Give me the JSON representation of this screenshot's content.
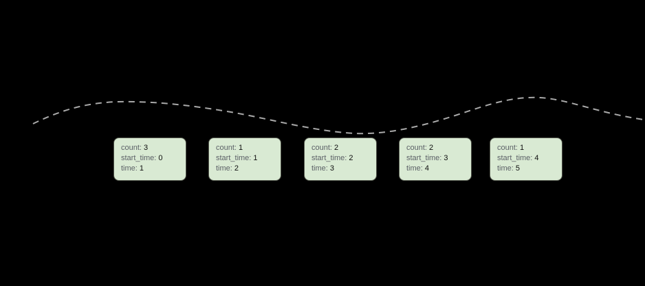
{
  "diagram": {
    "background_color": "#000000",
    "curve": {
      "description": "dashed trend line rising, dipping mid, peaking right",
      "color": "#aaaaaa",
      "style": "dashed"
    },
    "card_style": {
      "fill": "#d9ead3",
      "border": "#55594f"
    }
  },
  "labels": {
    "count": "count:",
    "start_time": "start_time:",
    "time": "time:"
  },
  "cards": [
    {
      "count": "3",
      "start_time": "0",
      "time": "1"
    },
    {
      "count": "1",
      "start_time": "1",
      "time": "2"
    },
    {
      "count": "2",
      "start_time": "2",
      "time": "3"
    },
    {
      "count": "2",
      "start_time": "3",
      "time": "4"
    },
    {
      "count": "1",
      "start_time": "4",
      "time": "5"
    }
  ]
}
